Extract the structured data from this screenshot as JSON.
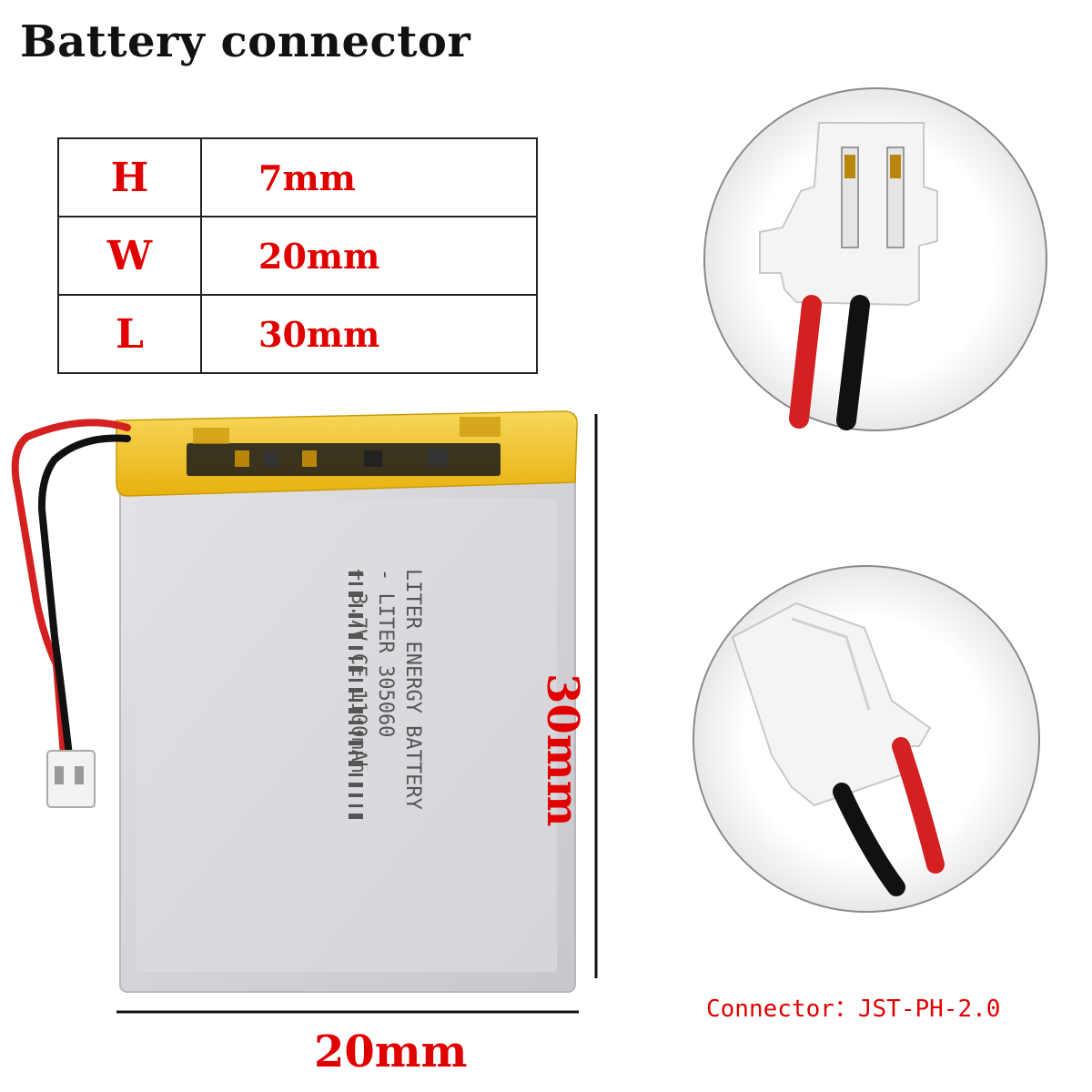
{
  "title": "Battery connector",
  "dimensions_table": [
    {
      "key": "H",
      "value": "7mm"
    },
    {
      "key": "W",
      "value": "20mm"
    },
    {
      "key": "L",
      "value": "30mm"
    }
  ],
  "battery_label": {
    "line1": "LITER ENERGY BATTERY",
    "line2": "- LITER  305060",
    "line3": "+ 3.7V CE 1100mAh"
  },
  "dim_height_label": "30mm",
  "dim_width_label": "20mm",
  "connector_label": "Connector：JST-PH-2.0",
  "colors": {
    "accent_red": "#e00000",
    "wire_red": "#d42020",
    "wire_black": "#111111",
    "cell_silver": "#d9d9dc",
    "kapton_yellow": "#f2c21a"
  }
}
